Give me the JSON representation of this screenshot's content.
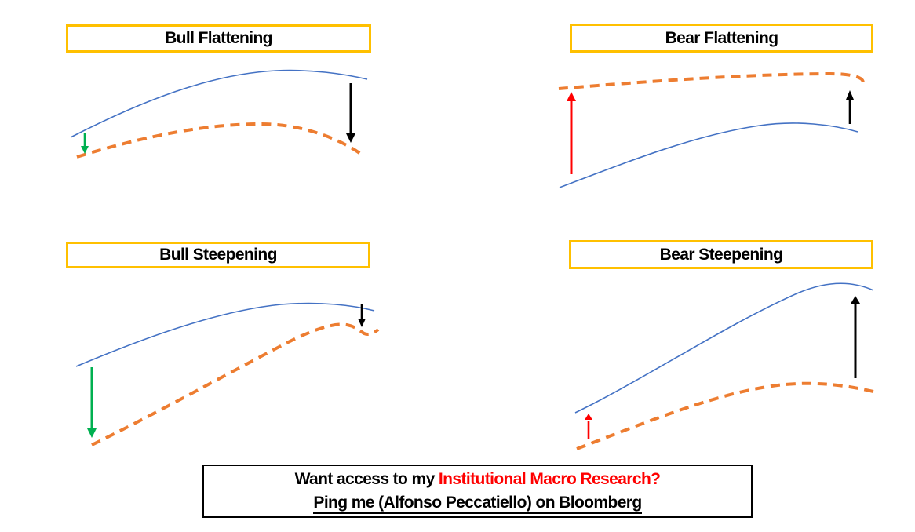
{
  "colors": {
    "title-border": "#FFC000",
    "curve-initial": "#4472C4",
    "curve-shifted": "#ED7D31",
    "arrow-green": "#00B050",
    "arrow-red": "#FF0000",
    "arrow-black": "#000000",
    "footer-border": "#000000",
    "footer-highlight": "#FF0000"
  },
  "quadrants": [
    {
      "title": "Bull Flattening",
      "initial_curve": "solid-blue-yield-curve",
      "shifted_curve": "dashed-orange-yield-curve",
      "left_arrow": {
        "color": "green",
        "direction": "down",
        "length": "short"
      },
      "right_arrow": {
        "color": "black",
        "direction": "down",
        "length": "long"
      }
    },
    {
      "title": "Bear Flattening",
      "initial_curve": "solid-blue-yield-curve",
      "shifted_curve": "dashed-orange-yield-curve",
      "left_arrow": {
        "color": "red",
        "direction": "up",
        "length": "long"
      },
      "right_arrow": {
        "color": "black",
        "direction": "up",
        "length": "short"
      }
    },
    {
      "title": "Bull Steepening",
      "initial_curve": "solid-blue-yield-curve",
      "shifted_curve": "dashed-orange-yield-curve",
      "left_arrow": {
        "color": "green",
        "direction": "down",
        "length": "long"
      },
      "right_arrow": {
        "color": "black",
        "direction": "down",
        "length": "short"
      }
    },
    {
      "title": "Bear Steepening",
      "initial_curve": "solid-blue-yield-curve",
      "shifted_curve": "dashed-orange-yield-curve",
      "left_arrow": {
        "color": "red",
        "direction": "up",
        "length": "short"
      },
      "right_arrow": {
        "color": "black",
        "direction": "up",
        "length": "long"
      }
    }
  ],
  "footer": {
    "line1_prefix": "Want access to my ",
    "line1_highlight": "Institutional Macro Research?",
    "line2": "Ping me (Alfonso Peccatiello) on Bloomberg"
  }
}
